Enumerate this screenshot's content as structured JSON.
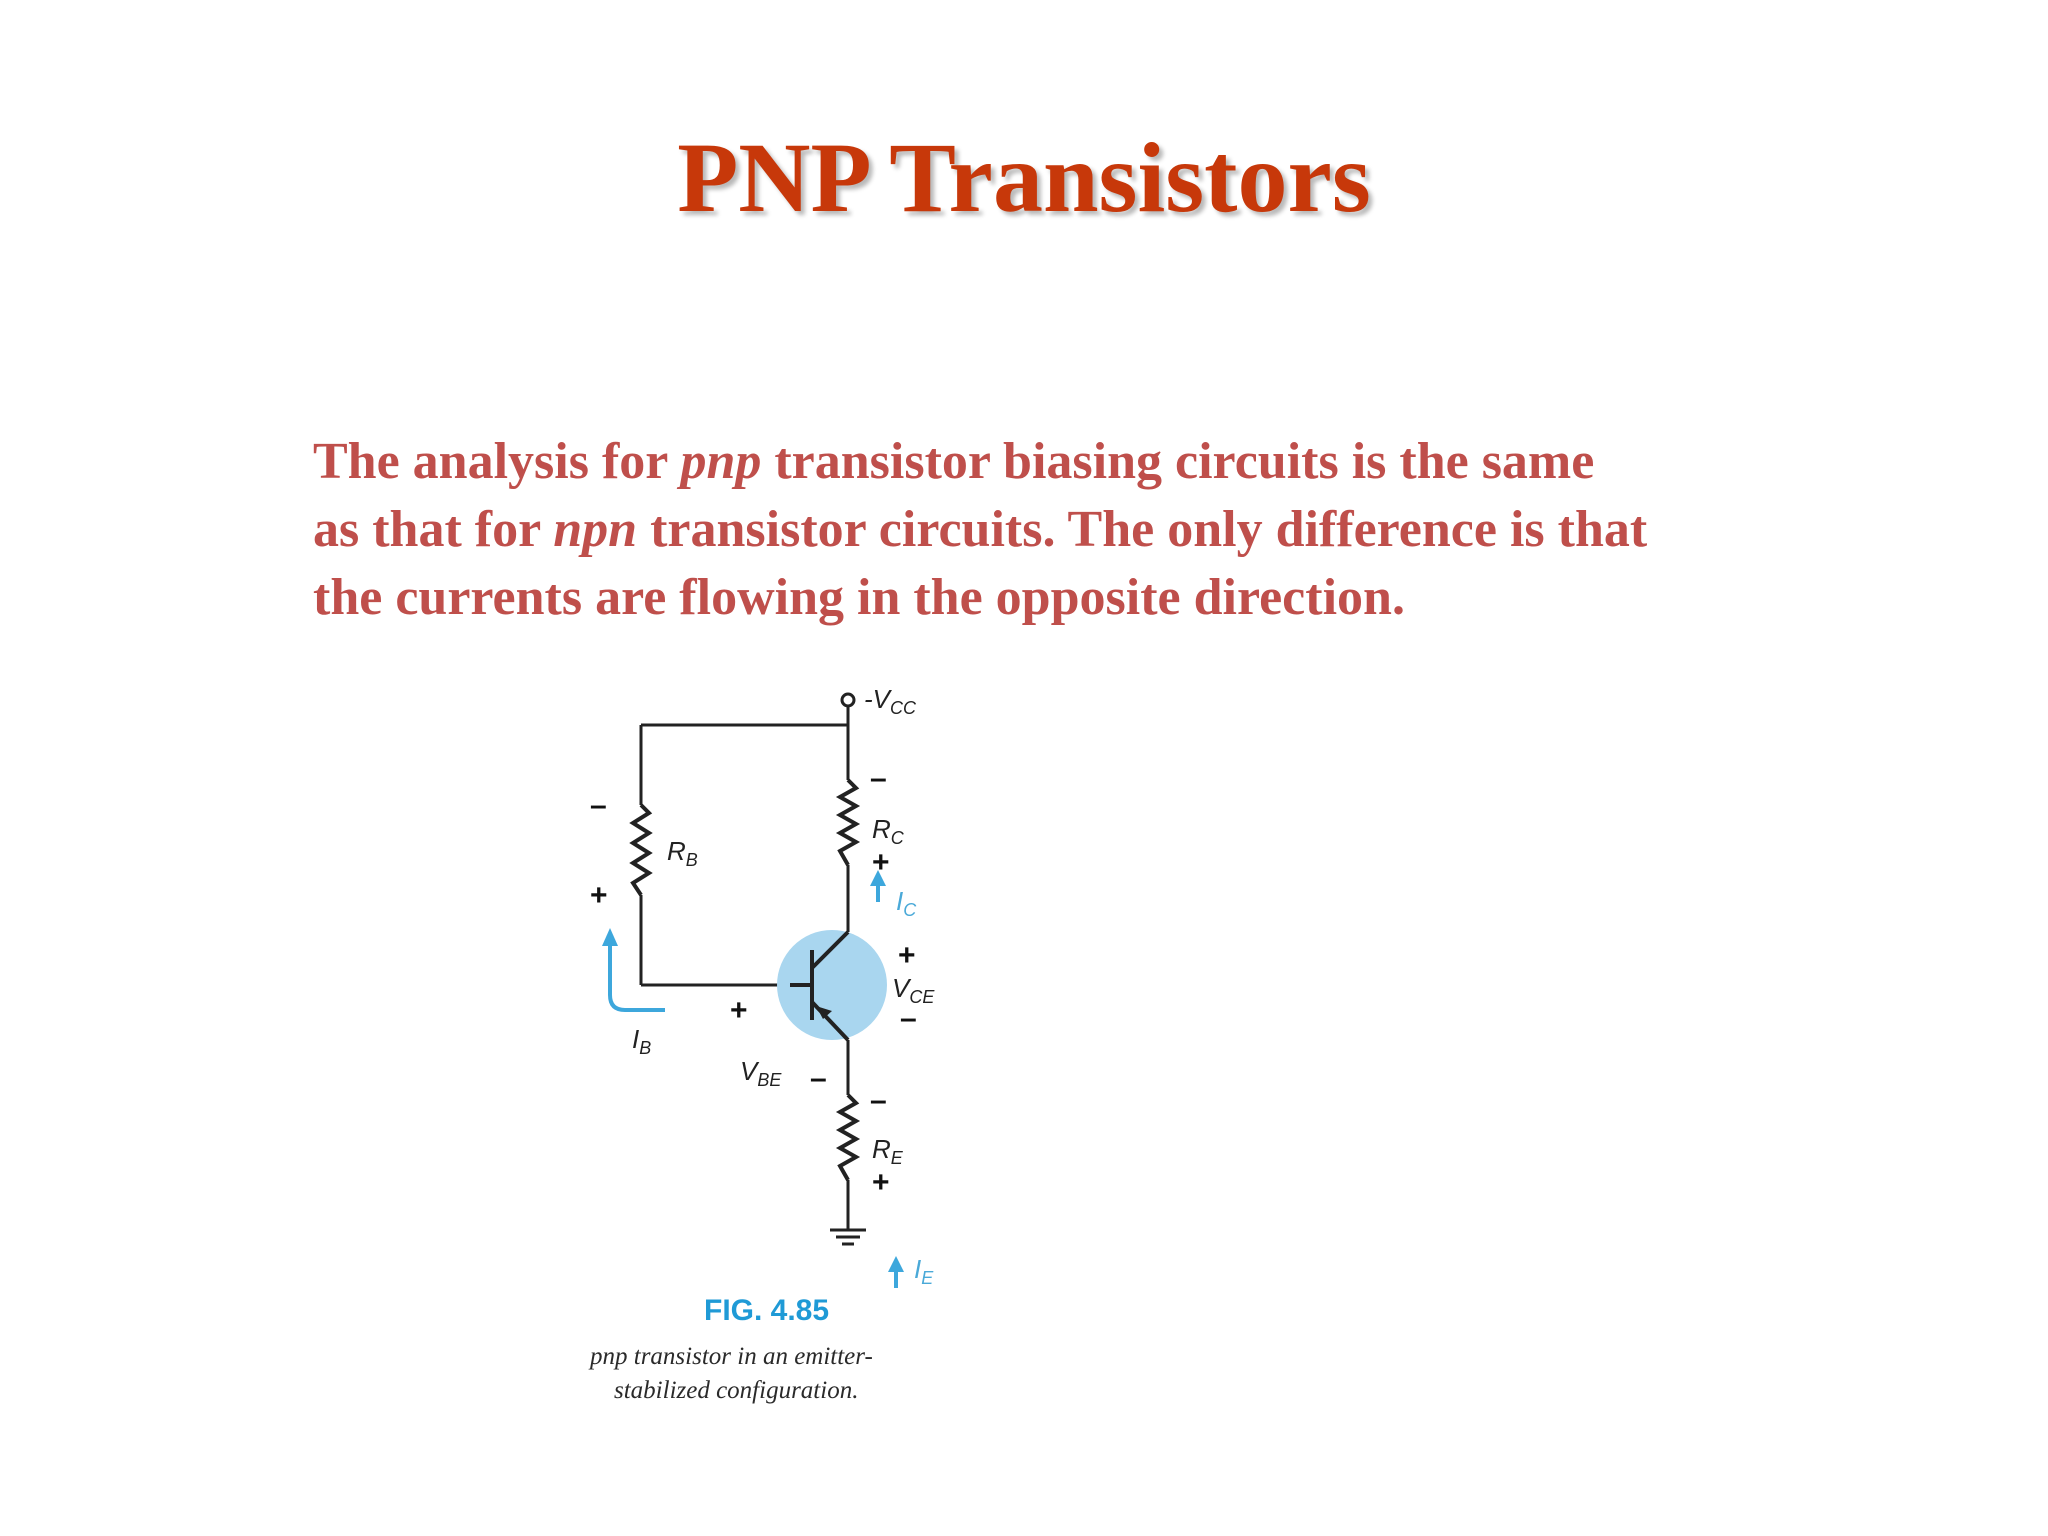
{
  "slide": {
    "title": "PNP Transistors",
    "body": {
      "line1_a": "The analysis for ",
      "line1_em": "pnp",
      "line1_b": " transistor biasing circuits is the same",
      "line2_a": "as that for ",
      "line2_em": "npn",
      "line2_b": " transistor circuits. The only difference is that",
      "line3": "the currents are flowing in the opposite direction."
    }
  },
  "figure": {
    "supply_label": "-V",
    "supply_sub": "CC",
    "rb_label": "R",
    "rb_sub": "B",
    "rc_label": "R",
    "rc_sub": "C",
    "re_label": "R",
    "re_sub": "E",
    "ib_label": "I",
    "ib_sub": "B",
    "ic_label": "I",
    "ic_sub": "C",
    "ie_label": "I",
    "ie_sub": "E",
    "vbe_label": "V",
    "vbe_sub": "BE",
    "vce_label": "V",
    "vce_sub": "CE",
    "plus": "+",
    "minus": "–",
    "caption_title": "FIG. 4.85",
    "caption_line1": "pnp transistor in an emitter-",
    "caption_line2": "stabilized configuration.",
    "colors": {
      "wire": "#222222",
      "transistor_circle": "#a9d6ef",
      "arrow": "#3da7dc"
    }
  }
}
